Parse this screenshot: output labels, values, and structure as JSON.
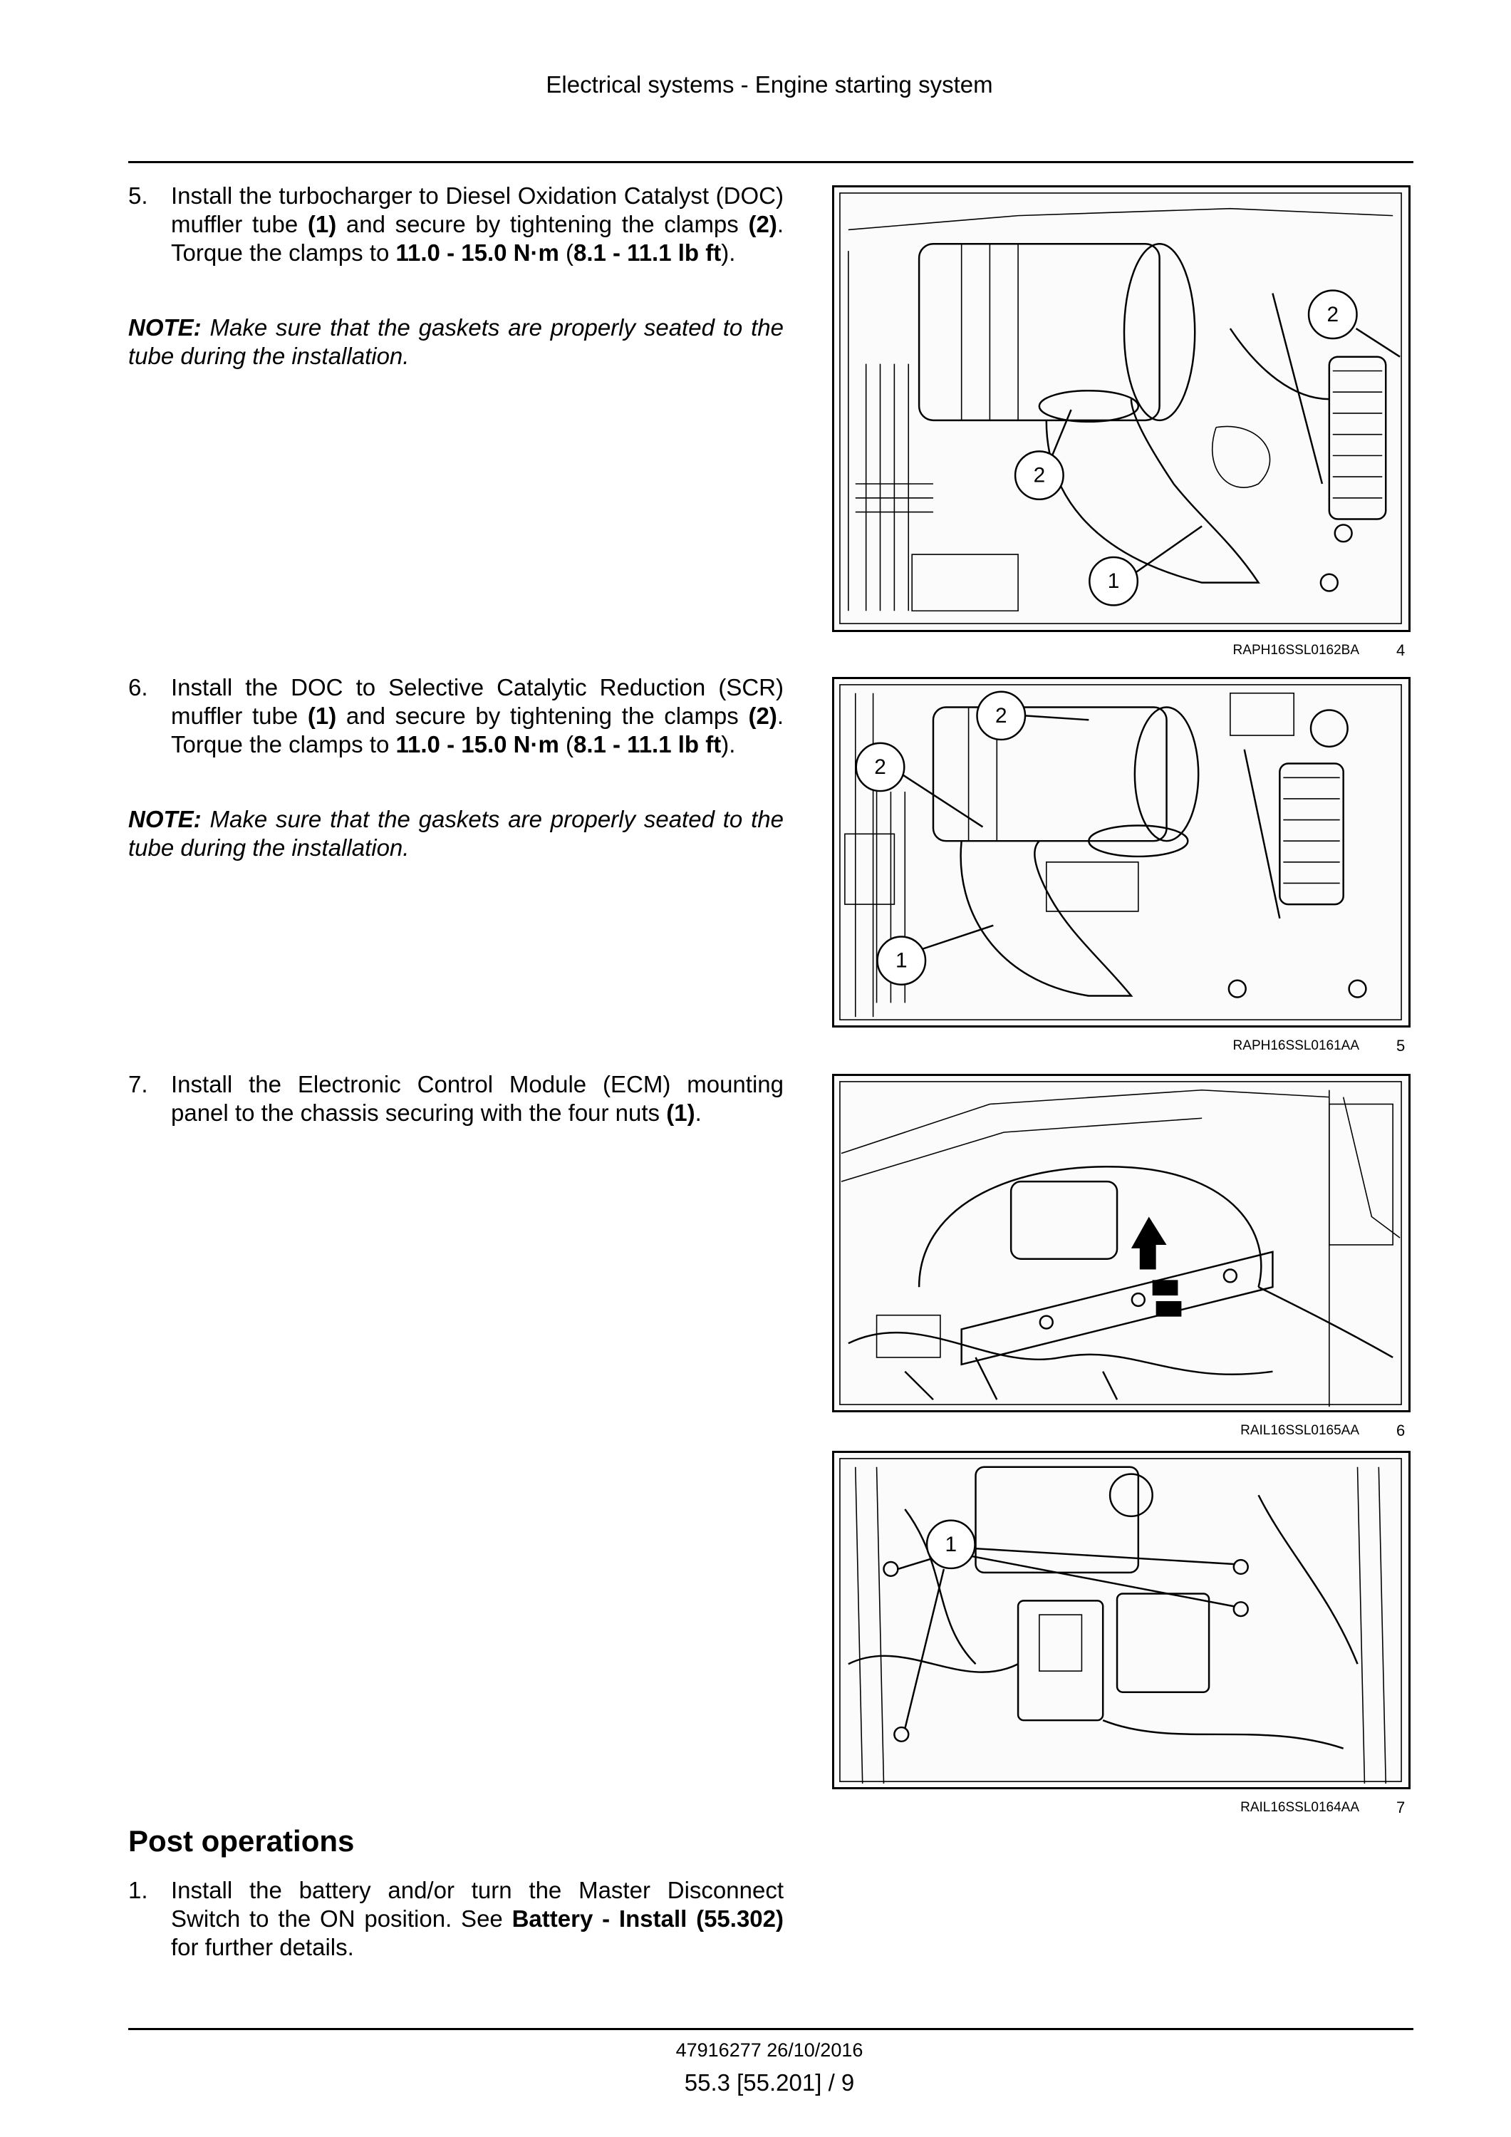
{
  "header": {
    "title": "Electrical systems - Engine starting system"
  },
  "steps": [
    {
      "num": "5.",
      "parts": [
        "Install the turbocharger to Diesel Oxidation Catalyst (DOC) muffler tube ",
        "(1)",
        " and secure by tightening the clamps ",
        "(2)",
        ". Torque the clamps to ",
        "11.0 - 15.0 N·m",
        " (",
        "8.1 - 11.1 lb ft",
        ")."
      ],
      "note_label": "NOTE:",
      "note_text": " Make sure that the gaskets are properly seated to the tube during the installation."
    },
    {
      "num": "6.",
      "parts": [
        "Install the DOC to Selective Catalytic Reduction (SCR) muffler tube ",
        "(1)",
        " and secure by tightening the clamps ",
        "(2)",
        ". Torque the clamps to ",
        "11.0 - 15.0 N·m",
        " (",
        "8.1 - 11.1 lb ft",
        ")."
      ],
      "note_label": "NOTE:",
      "note_text": " Make sure that the gaskets are properly seated to the tube during the installation."
    },
    {
      "num": "7.",
      "parts": [
        "Install the Electronic Control Module (ECM) mounting panel to the chassis securing with the four nuts ",
        "(1)",
        "."
      ]
    }
  ],
  "figures": [
    {
      "code": "RAPH16SSL0162BA",
      "number": "4",
      "callouts": [
        "2",
        "2",
        "1"
      ]
    },
    {
      "code": "RAPH16SSL0161AA",
      "number": "5",
      "callouts": [
        "2",
        "2",
        "1"
      ]
    },
    {
      "code": "RAIL16SSL0165AA",
      "number": "6"
    },
    {
      "code": "RAIL16SSL0164AA",
      "number": "7",
      "callouts": [
        "1"
      ]
    }
  ],
  "post_operations": {
    "title": "Post operations",
    "num": "1.",
    "parts": [
      "Install the battery and/or turn the Master Disconnect Switch to the ON position.  See ",
      "Battery - Install (55.302)",
      " for further details."
    ]
  },
  "footer": {
    "doc_id": "47916277 26/10/2016",
    "page": "55.3 [55.201] / 9"
  }
}
